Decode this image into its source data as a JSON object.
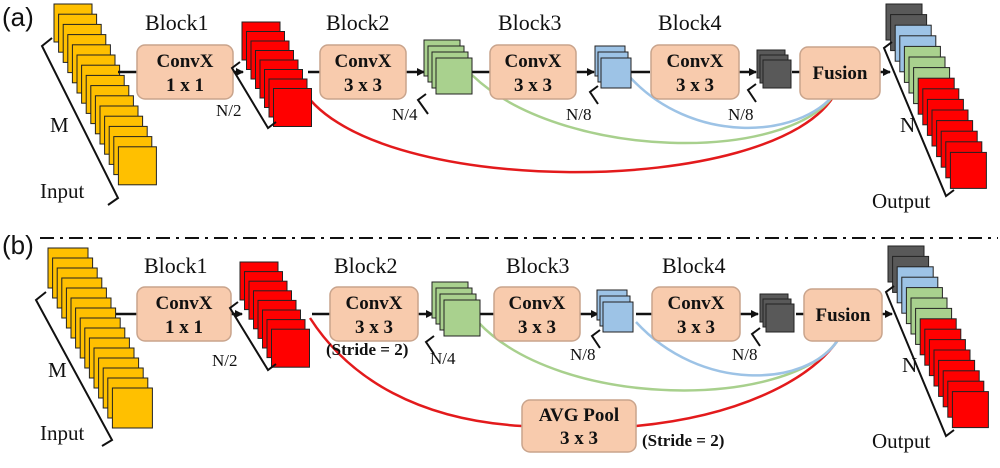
{
  "panels": [
    {
      "label": "(a)",
      "input_label": "Input",
      "input_dim": "M",
      "output_label": "Output",
      "output_dim": "N",
      "blocks": [
        {
          "title": "Block1",
          "line1": "ConvX",
          "line2": "1 x 1"
        },
        {
          "title": "Block2",
          "line1": "ConvX",
          "line2": "3 x 3"
        },
        {
          "title": "Block3",
          "line1": "ConvX",
          "line2": "3 x 3"
        },
        {
          "title": "Block4",
          "line1": "ConvX",
          "line2": "3 x 3"
        }
      ],
      "fusion": "Fusion",
      "dims": [
        "N/2",
        "N/4",
        "N/8",
        "N/8"
      ]
    },
    {
      "label": "(b)",
      "input_label": "Input",
      "input_dim": "M",
      "output_label": "Output",
      "output_dim": "N",
      "blocks": [
        {
          "title": "Block1",
          "line1": "ConvX",
          "line2": "1 x 1"
        },
        {
          "title": "Block2",
          "line1": "ConvX",
          "line2": "3 x 3"
        },
        {
          "title": "Block3",
          "line1": "ConvX",
          "line2": "3 x 3"
        },
        {
          "title": "Block4",
          "line1": "ConvX",
          "line2": "3 x 3"
        }
      ],
      "fusion": "Fusion",
      "dims": [
        "N/2",
        "N/4",
        "N/8",
        "N/8"
      ],
      "block2_note": "(Stride = 2)",
      "pool": {
        "line1": "AVG Pool",
        "line2": "3 x 3",
        "note": "(Stride = 2)"
      }
    }
  ],
  "colors": {
    "input": "#FFC000",
    "red": "#FF0000",
    "green": "#A9D18E",
    "blue": "#9DC3E6",
    "gray": "#595959",
    "box_fill": "#F8CBAD",
    "box_stroke": "#C9A48C",
    "curve_red": "#E31A1C",
    "curve_green": "#A8D08D",
    "curve_blue": "#9DC3E6"
  }
}
